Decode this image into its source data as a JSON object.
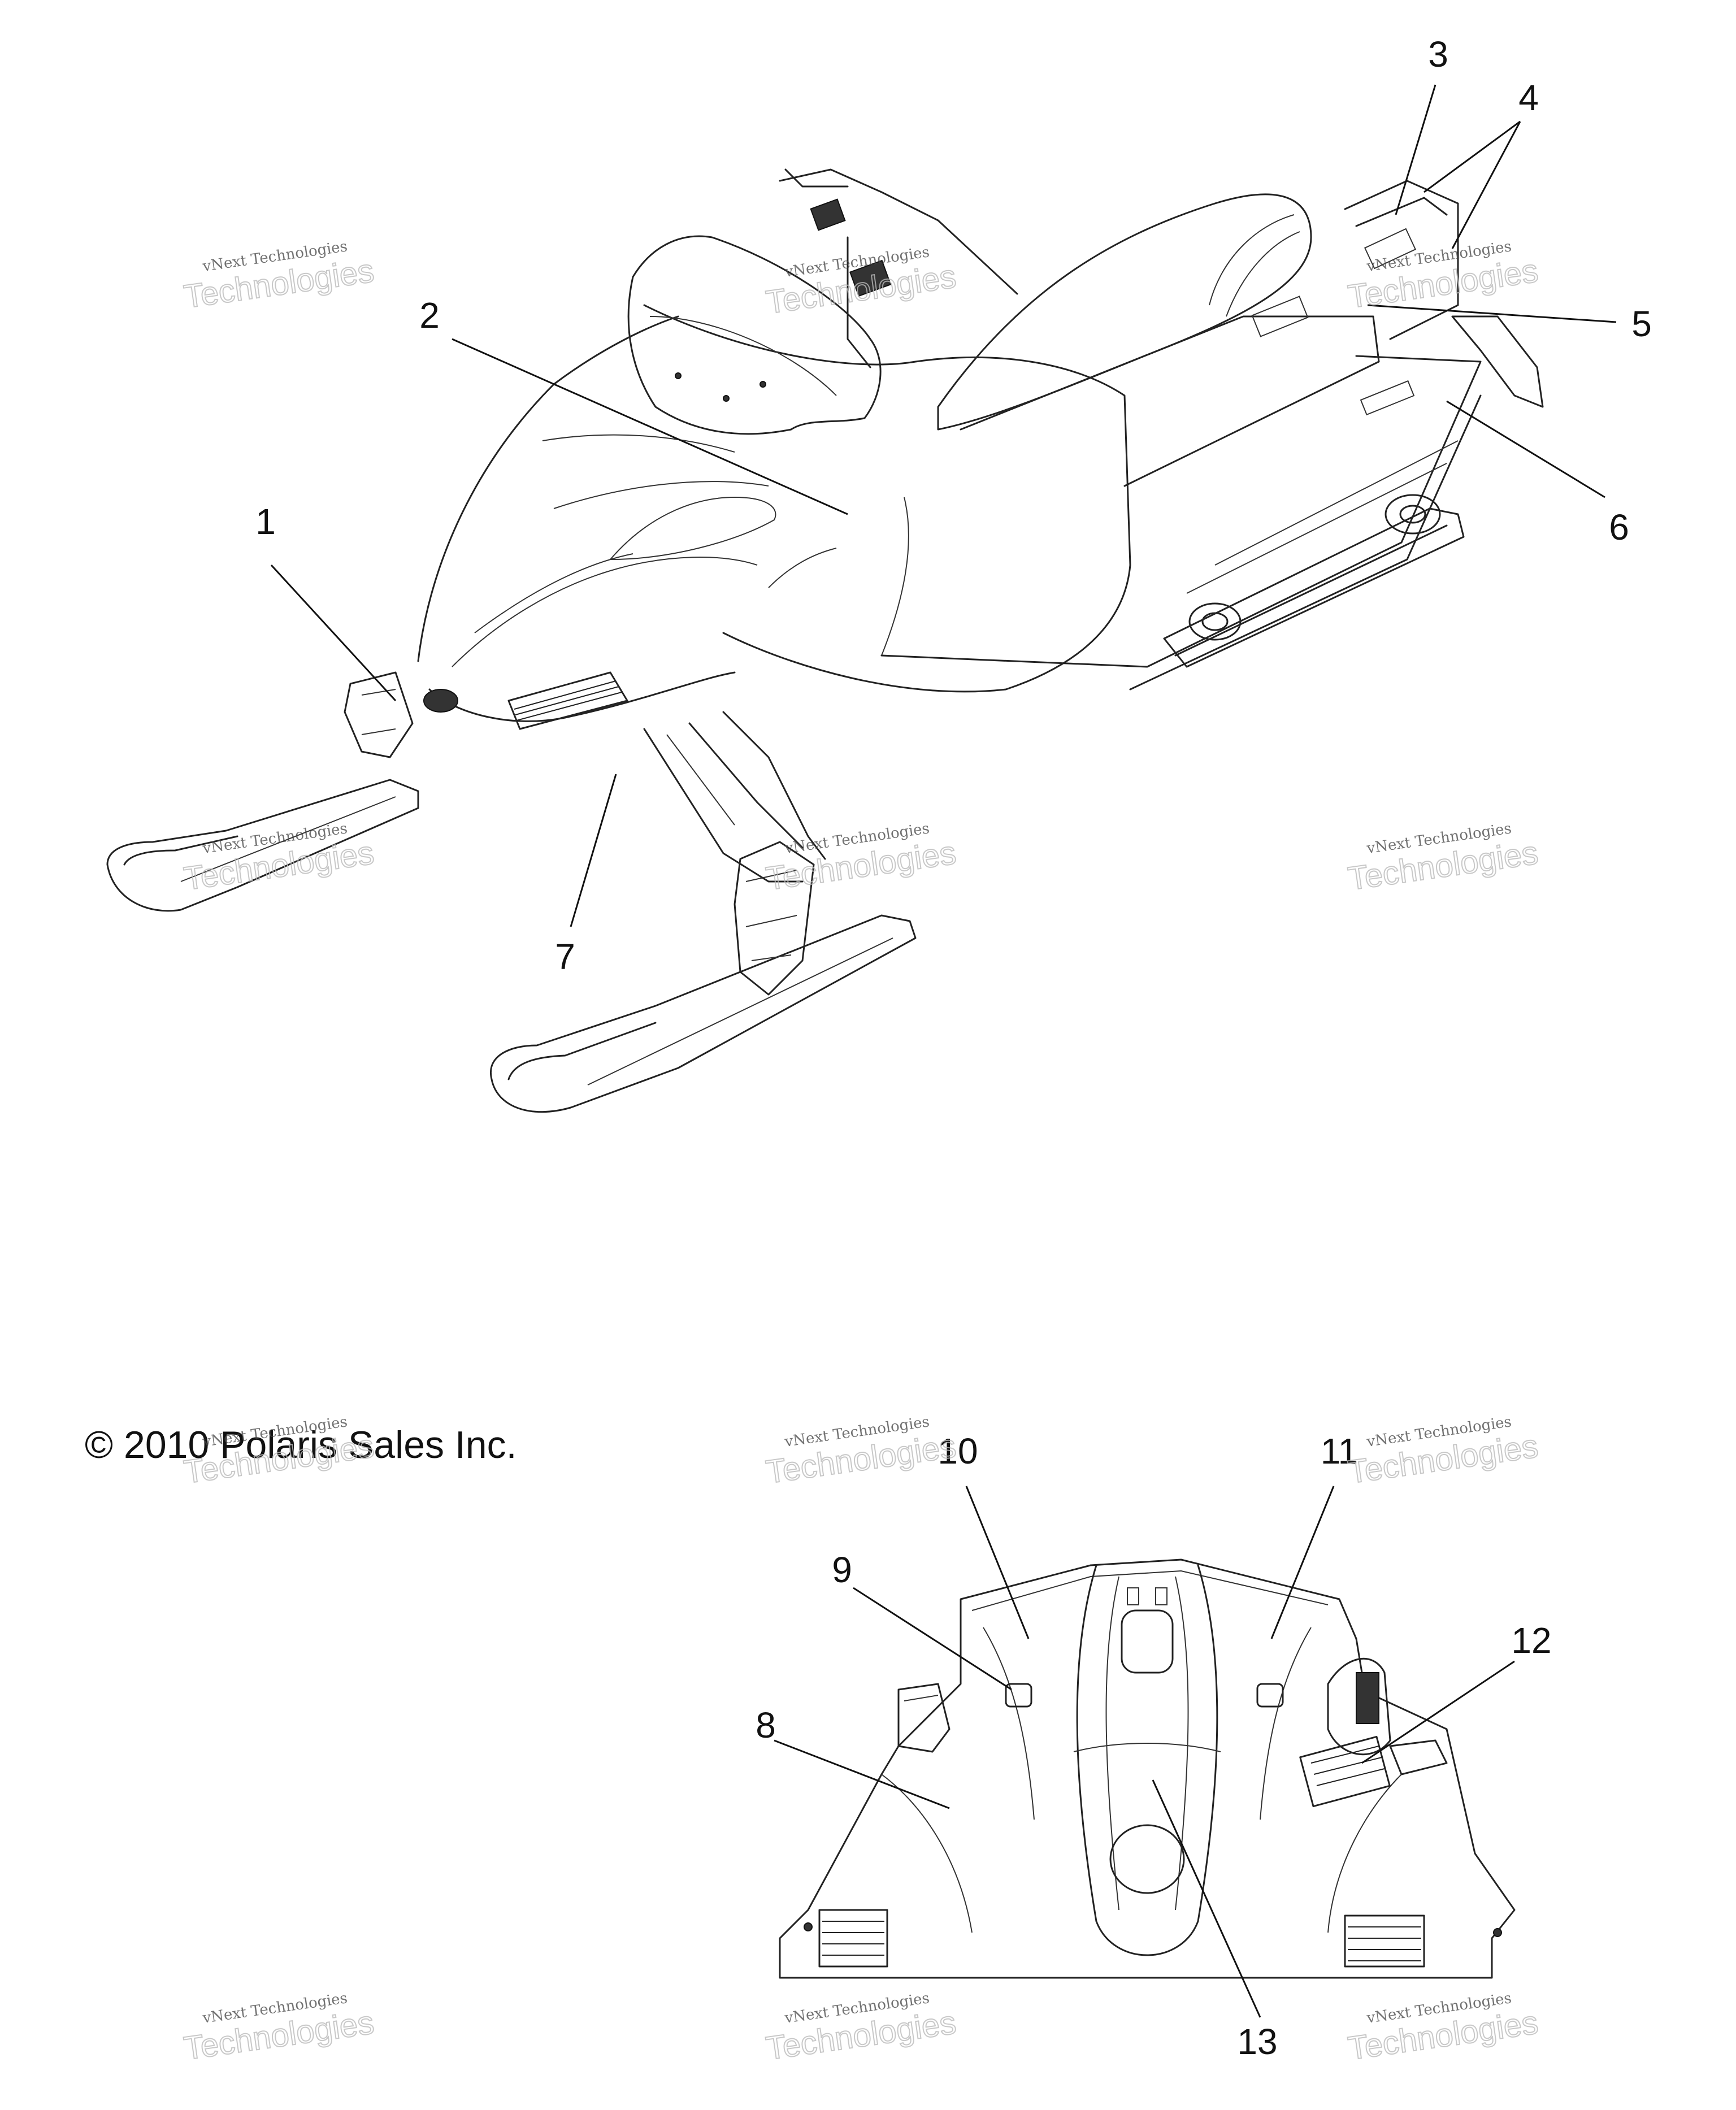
{
  "copyright": "© 2010 Polaris Sales Inc.",
  "callouts": [
    "1",
    "2",
    "3",
    "4",
    "5",
    "6",
    "7",
    "8",
    "9",
    "10",
    "11",
    "12",
    "13"
  ],
  "watermark": {
    "line1": "vNext Technologies",
    "line2": "Technologies"
  }
}
